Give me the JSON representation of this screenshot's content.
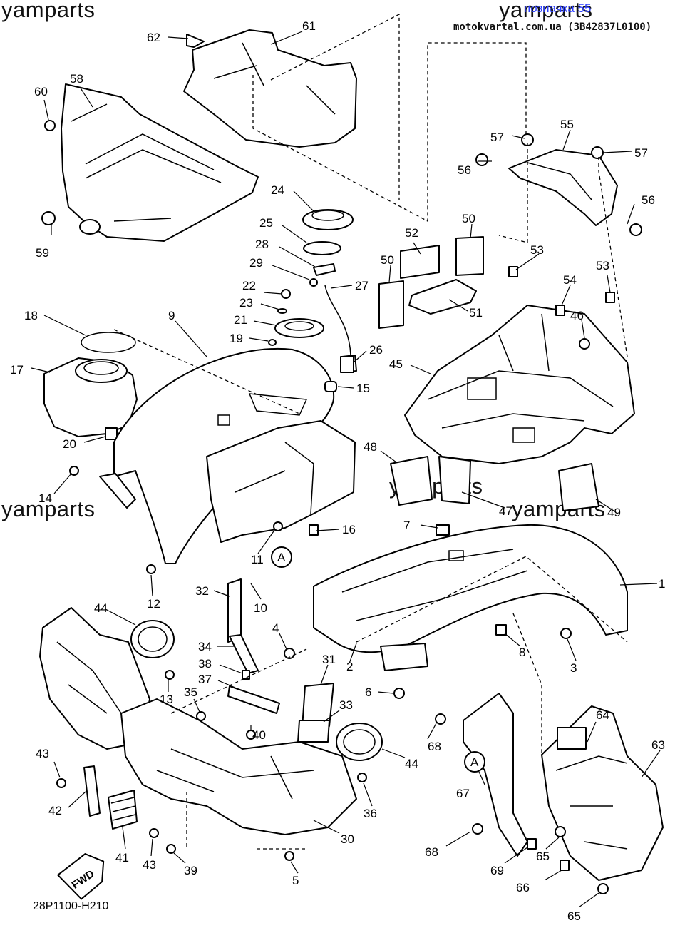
{
  "watermarks": [
    "yamparts",
    "yamparts",
    "yamparts",
    "yamparts",
    "yamparts"
  ],
  "header": {
    "link": "позначка 55",
    "source": "motokvartal.com.ua (3B42837L0100)"
  },
  "diagram_code": "28P1100-H210",
  "fwd_label": "FWD",
  "ref_marker": "A",
  "callouts": [
    "62",
    "61",
    "58",
    "60",
    "59",
    "57",
    "55",
    "57",
    "56",
    "56",
    "24",
    "25",
    "28",
    "29",
    "27",
    "22",
    "23",
    "21",
    "19",
    "18",
    "17",
    "20",
    "9",
    "15",
    "26",
    "52",
    "50",
    "50",
    "53",
    "53",
    "51",
    "54",
    "46",
    "45",
    "48",
    "47",
    "49",
    "14",
    "16",
    "11",
    "7",
    "1",
    "12",
    "32",
    "10",
    "44",
    "34",
    "4",
    "2",
    "8",
    "3",
    "38",
    "31",
    "37",
    "6",
    "13",
    "35",
    "33",
    "40",
    "44",
    "68",
    "64",
    "63",
    "43",
    "36",
    "42",
    "41",
    "30",
    "67",
    "68",
    "43",
    "39",
    "69",
    "65",
    "66",
    "5",
    "65"
  ]
}
